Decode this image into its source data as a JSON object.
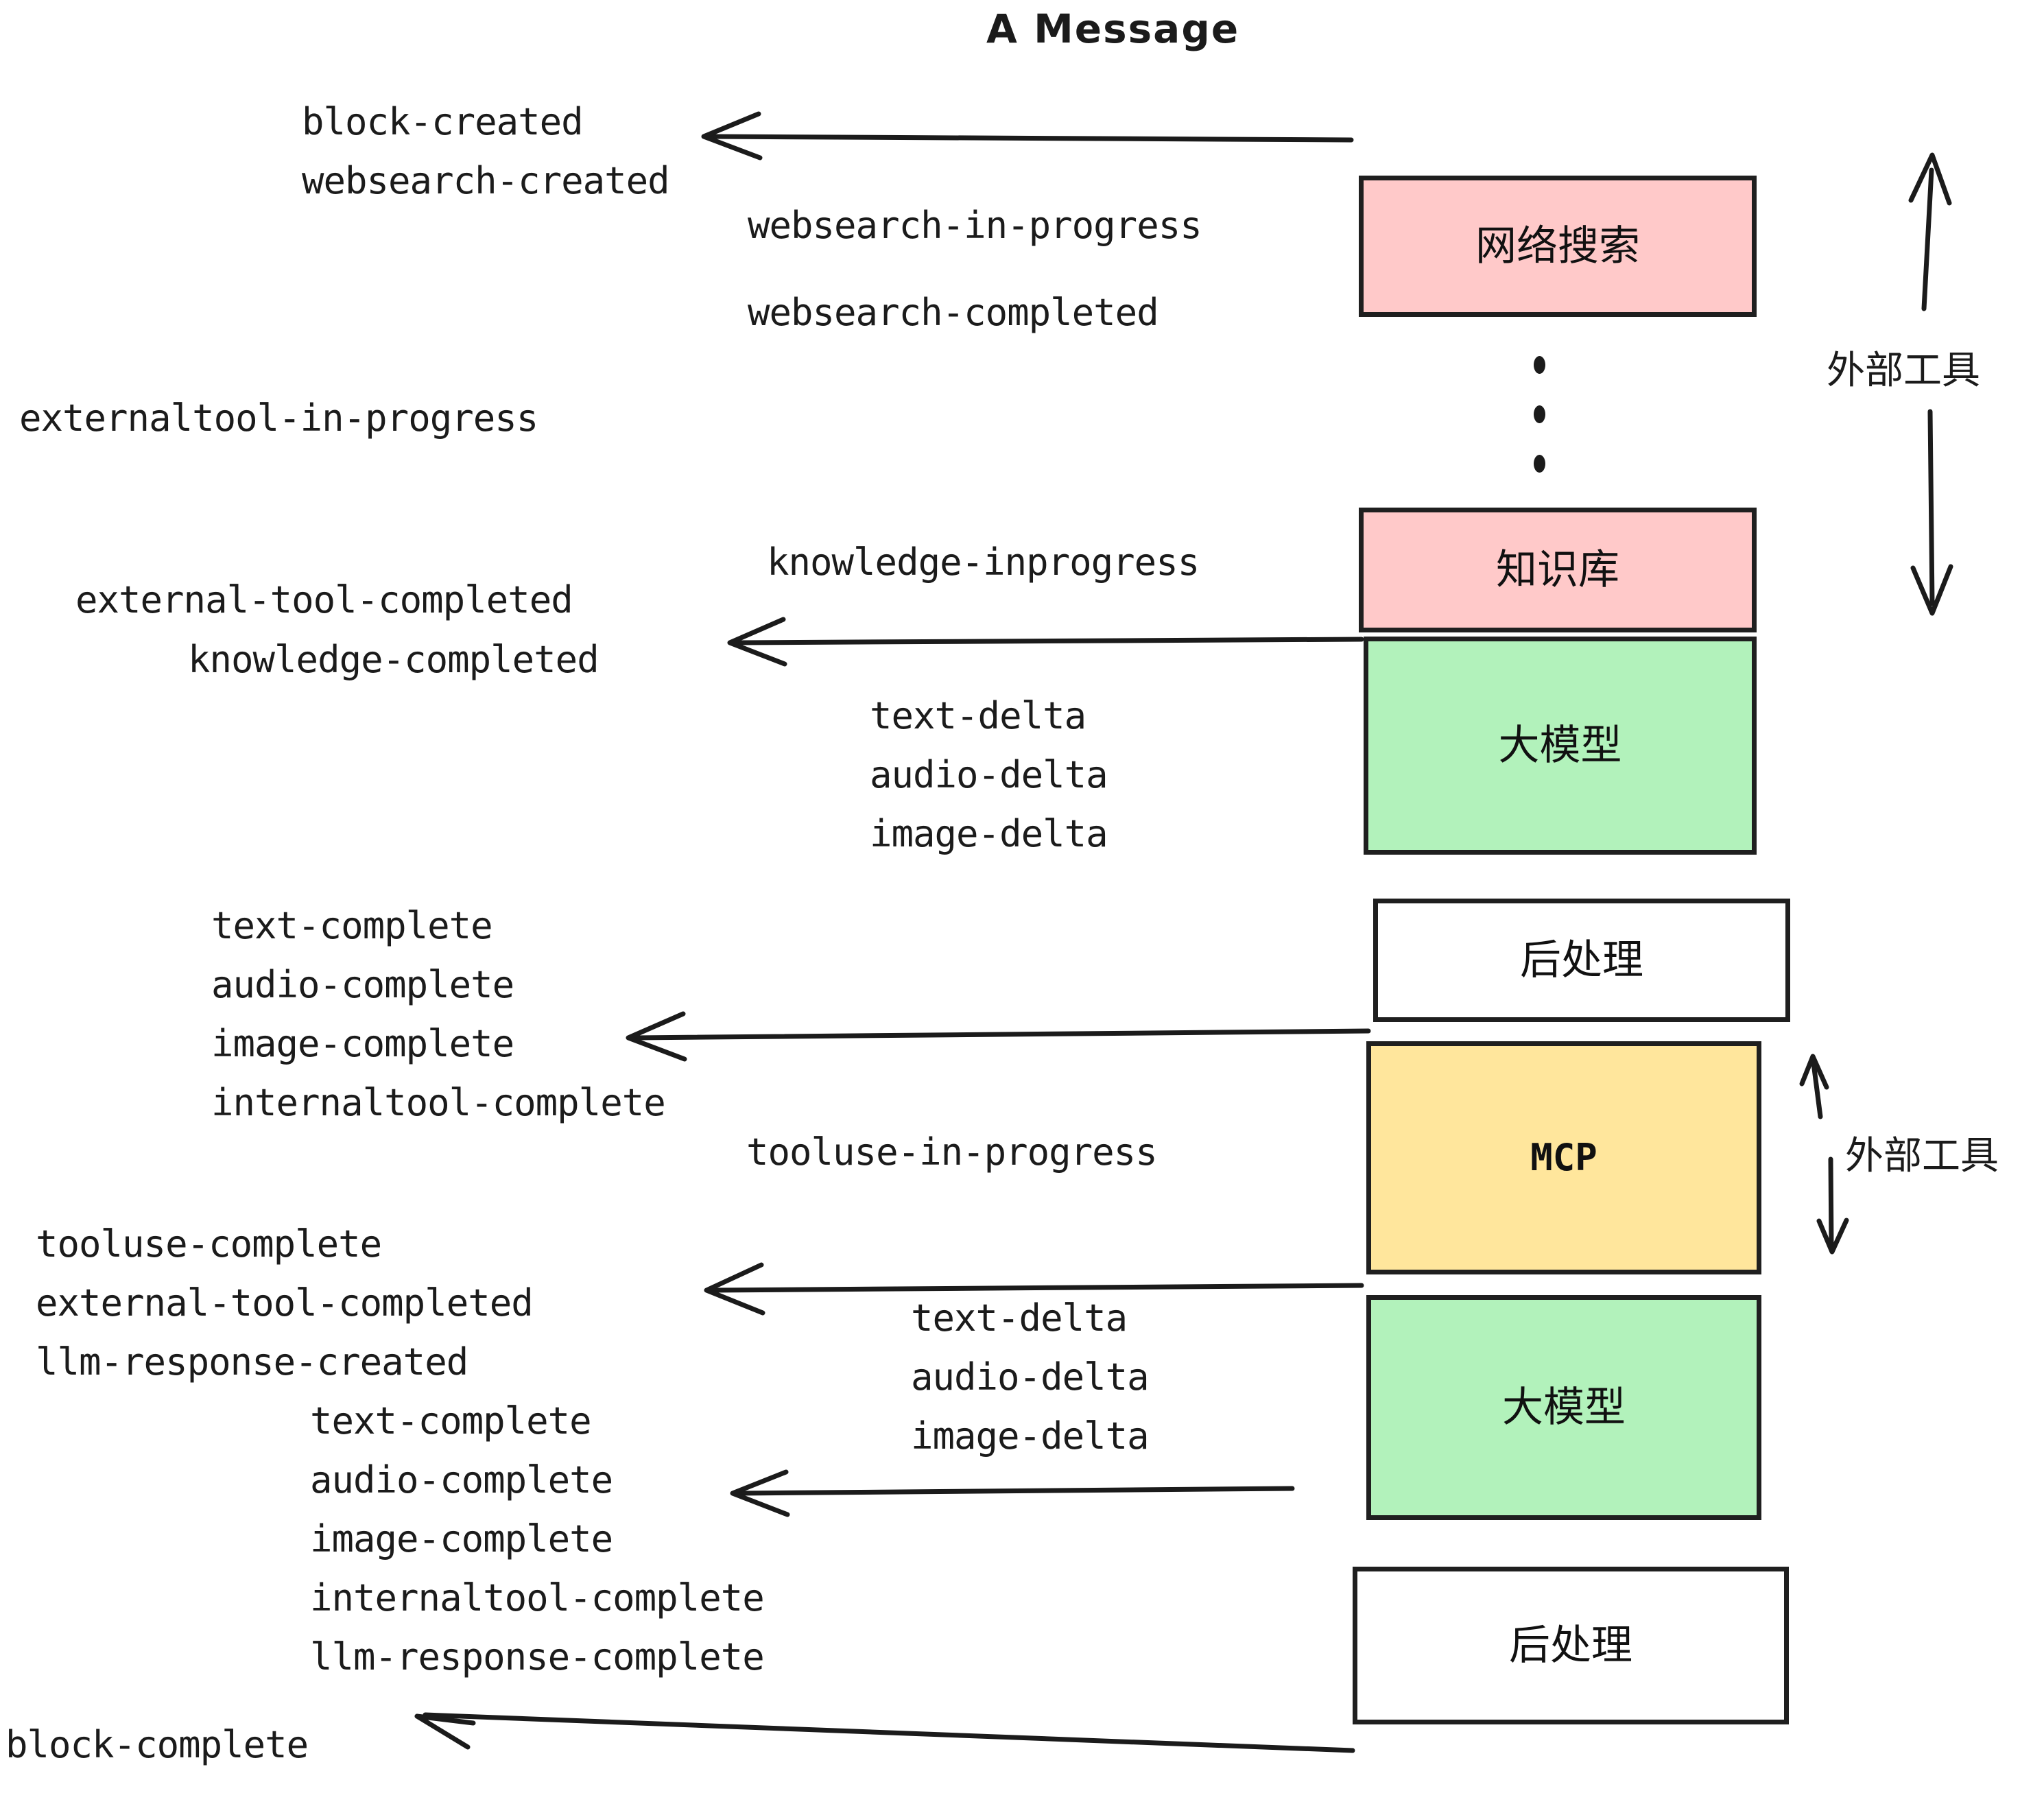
{
  "title": "A Message",
  "colors": {
    "pink": "#ffc9c9",
    "green": "#b2f2bb",
    "yellow": "#ffe69c",
    "white": "#ffffff",
    "stroke": "#1b1b1b"
  },
  "boxes": [
    {
      "id": "websearch",
      "label": "网络搜索",
      "fill": "#ffc9c9"
    },
    {
      "id": "knowledge",
      "label": "知识库",
      "fill": "#ffc9c9"
    },
    {
      "id": "llm-1",
      "label": "大模型",
      "fill": "#b2f2bb"
    },
    {
      "id": "postprocess-1",
      "label": "后处理",
      "fill": "#ffffff"
    },
    {
      "id": "mcp",
      "label": "MCP",
      "fill": "#ffe69c"
    },
    {
      "id": "llm-2",
      "label": "大模型",
      "fill": "#b2f2bb"
    },
    {
      "id": "postprocess-2",
      "label": "后处理",
      "fill": "#ffffff"
    }
  ],
  "side_labels": [
    {
      "id": "external-tools-top",
      "text": "外部工具"
    },
    {
      "id": "external-tools-bottom",
      "text": "外部工具"
    }
  ],
  "events": [
    {
      "id": "block-created",
      "text": "block-created"
    },
    {
      "id": "websearch-created",
      "text": "websearch-created"
    },
    {
      "id": "websearch-in-progress",
      "text": "websearch-in-progress"
    },
    {
      "id": "websearch-completed",
      "text": "websearch-completed"
    },
    {
      "id": "externaltool-in-progress",
      "text": "externaltool-in-progress"
    },
    {
      "id": "knowledge-inprogress",
      "text": "knowledge-inprogress"
    },
    {
      "id": "external-tool-completed-1",
      "text": "external-tool-completed"
    },
    {
      "id": "knowledge-completed",
      "text": "knowledge-completed"
    },
    {
      "id": "text-delta-1",
      "text": "text-delta"
    },
    {
      "id": "audio-delta-1",
      "text": "audio-delta"
    },
    {
      "id": "image-delta-1",
      "text": "image-delta"
    },
    {
      "id": "text-complete-1",
      "text": "text-complete"
    },
    {
      "id": "audio-complete-1",
      "text": "audio-complete"
    },
    {
      "id": "image-complete-1",
      "text": "image-complete"
    },
    {
      "id": "internaltool-complete-1",
      "text": "internaltool-complete"
    },
    {
      "id": "tooluse-in-progress",
      "text": "tooluse-in-progress"
    },
    {
      "id": "tooluse-complete",
      "text": "tooluse-complete"
    },
    {
      "id": "external-tool-completed-2",
      "text": "external-tool-completed"
    },
    {
      "id": "llm-response-created",
      "text": "llm-response-created"
    },
    {
      "id": "text-delta-2",
      "text": "text-delta"
    },
    {
      "id": "audio-delta-2",
      "text": "audio-delta"
    },
    {
      "id": "image-delta-2",
      "text": "image-delta"
    },
    {
      "id": "text-complete-2",
      "text": "text-complete"
    },
    {
      "id": "audio-complete-2",
      "text": "audio-complete"
    },
    {
      "id": "image-complete-2",
      "text": "image-complete"
    },
    {
      "id": "internaltool-complete-2",
      "text": "internaltool-complete"
    },
    {
      "id": "llm-response-complete",
      "text": "llm-response-complete"
    },
    {
      "id": "block-complete",
      "text": "block-complete"
    }
  ]
}
